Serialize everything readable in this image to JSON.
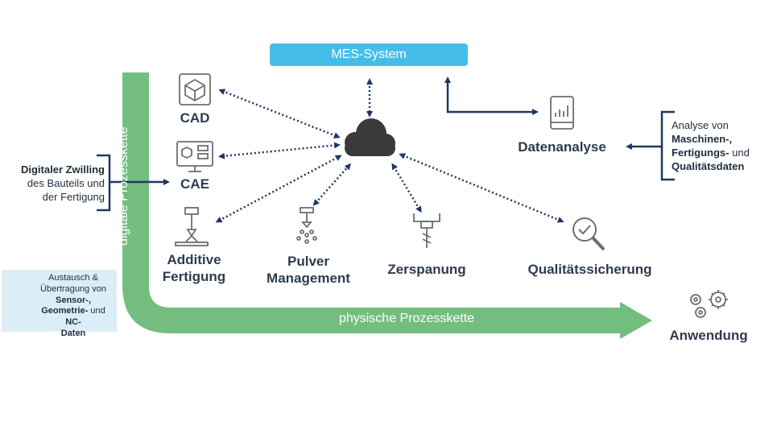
{
  "mes_system": "MES-System",
  "digital_chain_label": "digitale Prozesskette",
  "physical_chain_label": "physische Prozesskette",
  "nodes": {
    "cad": "CAD",
    "cae": "CAE",
    "additive": [
      "Additive",
      "Fertigung"
    ],
    "pulver": [
      "Pulver",
      "Management"
    ],
    "zerspanung": "Zerspanung",
    "qualitaet": "Qualitätssicherung",
    "datenanalyse": "Datenanalyse",
    "anwendung": "Anwendung"
  },
  "digital_twin": {
    "bold": "Digitaler Zwilling",
    "line2": "des Bauteils und",
    "line3": "der Fertigung"
  },
  "analysis": {
    "line1": "Analyse von",
    "bold1": "Maschinen-,",
    "bold2": "Fertigungs-",
    "und": " und",
    "bold3": "Qualitätsdaten"
  },
  "legend": {
    "line1": "Austausch &",
    "line2": "Übertragung von",
    "bold1": "Sensor-,",
    "bold2": "Geometrie-",
    "und": " und ",
    "bold3": "NC-",
    "bold4": "Daten"
  },
  "colors": {
    "green": "#73be7f",
    "blue": "#45bde8",
    "navy": "#1f3763",
    "icon": "#6d6e71",
    "cloud": "#3a3a3c",
    "legend_bg": "#dbeef8"
  },
  "icons": [
    "cube-cad-icon",
    "monitor-cae-icon",
    "printer-nozzle-icon",
    "powder-nozzle-icon",
    "milling-icon",
    "magnifier-check-icon",
    "tablet-chart-icon",
    "gears-icon",
    "cloud-icon"
  ]
}
